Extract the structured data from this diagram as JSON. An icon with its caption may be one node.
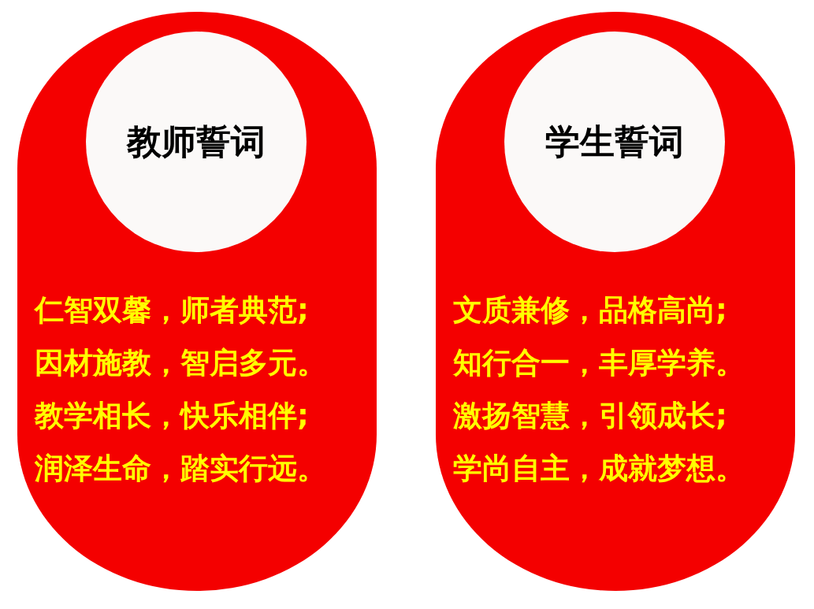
{
  "diagram": {
    "nodes": [
      {
        "text": [
          "仁智双馨，师者典范;",
          "因材施教，智启多元。",
          "教学相长，快乐相伴;",
          "润泽生命，踏实行远。"
        ]
      },
      {
        "text": [
          "教师誓词"
        ],
        "in": 0
      },
      {
        "text": [
          "文质兼修，品格高尚;",
          "知行合一，丰厚学养。",
          "激扬智慧，引领成长;",
          "学尚自主，成就梦想。"
        ]
      },
      {
        "text": [
          "学生誓词"
        ],
        "in": 2
      }
    ]
  }
}
